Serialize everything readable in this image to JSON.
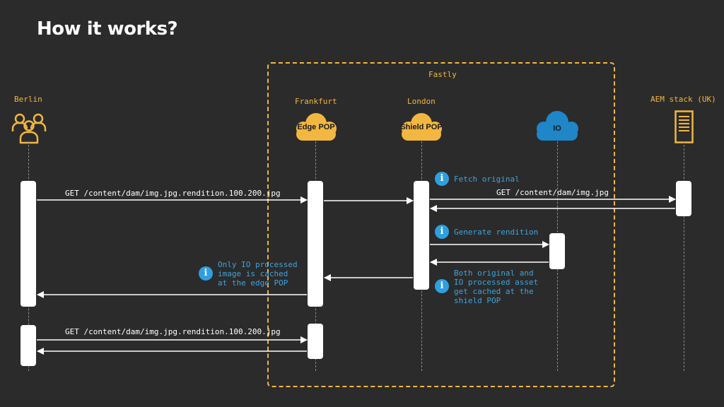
{
  "title": "How it works?",
  "fastly_label": "Fastly",
  "actors": {
    "berlin": "Berlin",
    "frankfurt": "Frankfurt",
    "london": "London",
    "aem": "AEM stack (UK)"
  },
  "clouds": {
    "edge_pop": "Edge POP",
    "shield_pop": "Shield POP",
    "io": "IO"
  },
  "messages": {
    "request_1": "GET /content/dam/img.jpg.rendition.100.200.jpg",
    "request_origin": "GET /content/dam/img.jpg",
    "request_2": "GET /content/dam/img.jpg.rendition.100.200.jpg"
  },
  "notes": {
    "fetch": "Fetch original",
    "generate": "Generate rendition",
    "edge_cache": "Only IO processed\nimage is cached\nat the edge POP",
    "shield_cache": "Both original and\nIO processed asset\nget cached at the\nshield POP"
  },
  "colors": {
    "background": "#2b2b2b",
    "accent_yellow": "#f2b740",
    "io_blue": "#1f86c8",
    "note_blue": "#3fa3dc"
  },
  "icons": {
    "berlin": "users-icon",
    "aem": "server-icon",
    "info": "info-icon"
  }
}
